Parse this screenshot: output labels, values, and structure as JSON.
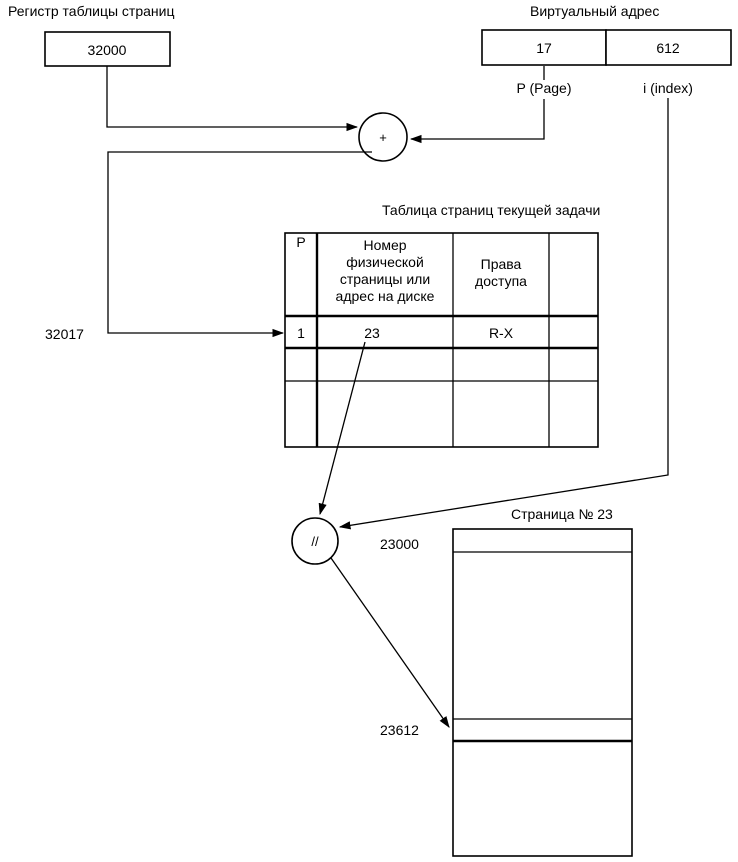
{
  "register": {
    "title": "Регистр таблицы страниц",
    "value": "32000"
  },
  "virtual_address": {
    "title": "Виртуальный адрес",
    "page_value": "17",
    "index_value": "612",
    "page_label": "P (Page)",
    "index_label": "i (index)"
  },
  "adder_symbol": "+",
  "concat_symbol": "//",
  "page_table": {
    "title": "Таблица страниц текущей задачи",
    "entry_address": "32017",
    "headers": {
      "p": "P",
      "frame_lines": [
        "Номер",
        "физической",
        "страницы или",
        "адрес на диске"
      ],
      "rights_lines": [
        "Права",
        "доступа"
      ]
    },
    "row": {
      "p": "1",
      "frame": "23",
      "rights": "R-X"
    }
  },
  "page": {
    "title": "Страница № 23",
    "start_address": "23000",
    "target_address": "23612"
  }
}
